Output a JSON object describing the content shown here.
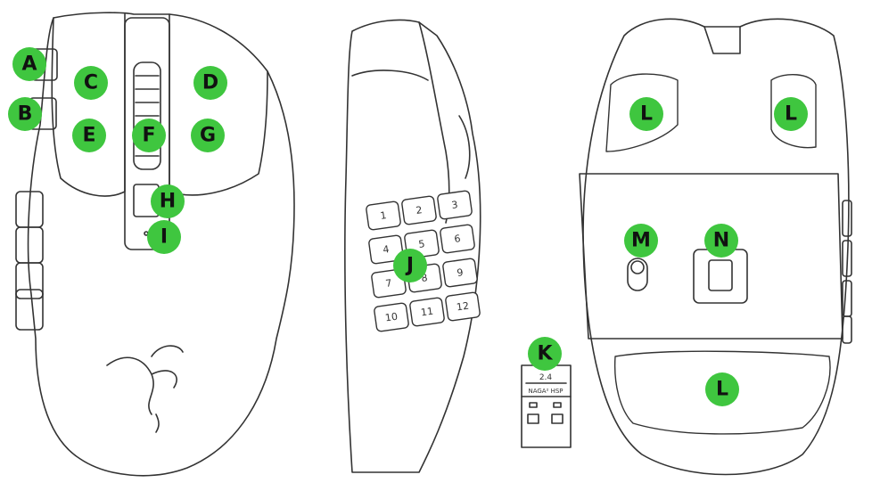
{
  "callout_color": "#3fc63f",
  "callouts": [
    {
      "id": "A",
      "label": "A"
    },
    {
      "id": "B",
      "label": "B"
    },
    {
      "id": "C",
      "label": "C"
    },
    {
      "id": "D",
      "label": "D"
    },
    {
      "id": "E",
      "label": "E"
    },
    {
      "id": "F",
      "label": "F"
    },
    {
      "id": "G",
      "label": "G"
    },
    {
      "id": "H",
      "label": "H"
    },
    {
      "id": "I",
      "label": "I"
    },
    {
      "id": "J",
      "label": "J"
    },
    {
      "id": "K",
      "label": "K"
    },
    {
      "id": "L1",
      "label": "L"
    },
    {
      "id": "L2",
      "label": "L"
    },
    {
      "id": "L3",
      "label": "L"
    },
    {
      "id": "M",
      "label": "M"
    },
    {
      "id": "N",
      "label": "N"
    }
  ],
  "side_keys": [
    "1",
    "2",
    "3",
    "4",
    "5",
    "6",
    "7",
    "8",
    "9",
    "10",
    "11",
    "12"
  ],
  "dongle": {
    "line1": "2.4",
    "line2": "NAGA² HSP"
  },
  "logo": "razer-snake-logo"
}
